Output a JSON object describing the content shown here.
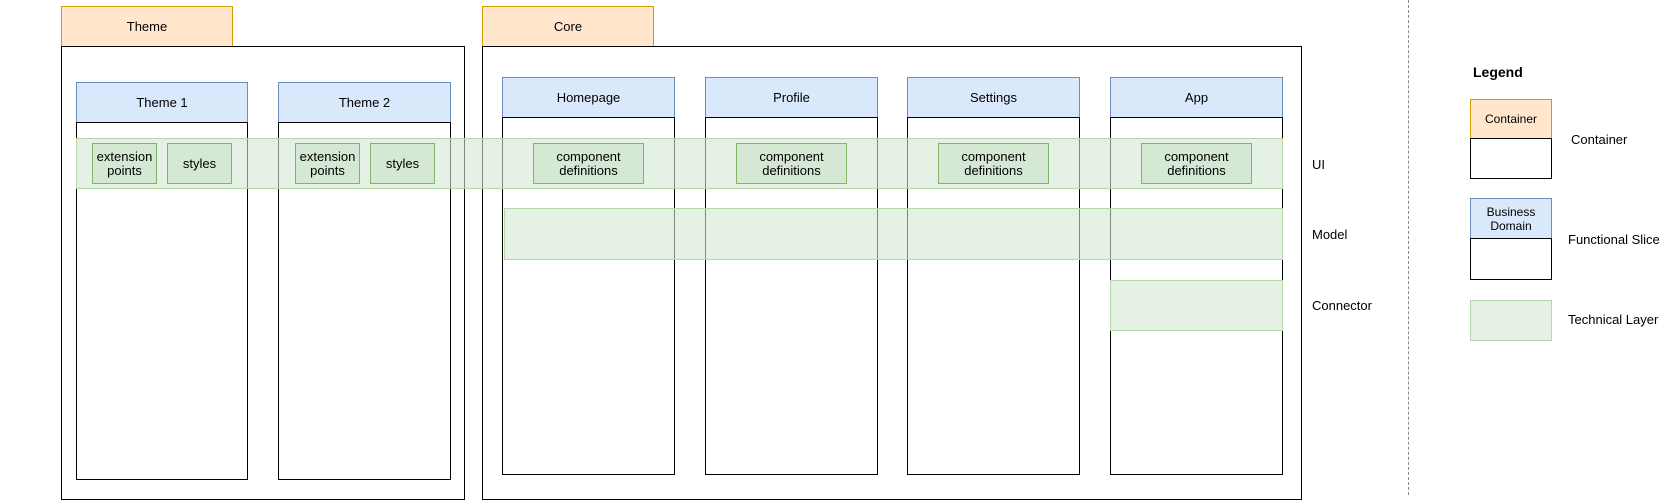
{
  "containers": {
    "theme": {
      "label": "Theme"
    },
    "core": {
      "label": "Core"
    }
  },
  "slices": {
    "theme1": {
      "label": "Theme 1"
    },
    "theme2": {
      "label": "Theme 2"
    },
    "homepage": {
      "label": "Homepage"
    },
    "profile": {
      "label": "Profile"
    },
    "settings": {
      "label": "Settings"
    },
    "app": {
      "label": "App"
    }
  },
  "components": {
    "extension_points": "extension points",
    "styles": "styles",
    "component_definitions": "component definitions"
  },
  "layers": {
    "ui": "UI",
    "model": "Model",
    "connector": "Connector"
  },
  "legend": {
    "title": "Legend",
    "container_box": "Container",
    "container_desc": "Container",
    "domain_box": "Business Domain",
    "domain_desc": "Functional Slice",
    "layer_desc": "Technical Layer"
  },
  "colors": {
    "container_fill": "#ffe6cc",
    "container_stroke": "#d79b00",
    "slice_fill": "#dae8fc",
    "slice_stroke": "#6c8ebf",
    "layer_fill": "#d5e8d4",
    "layer_stroke": "#82b366"
  }
}
